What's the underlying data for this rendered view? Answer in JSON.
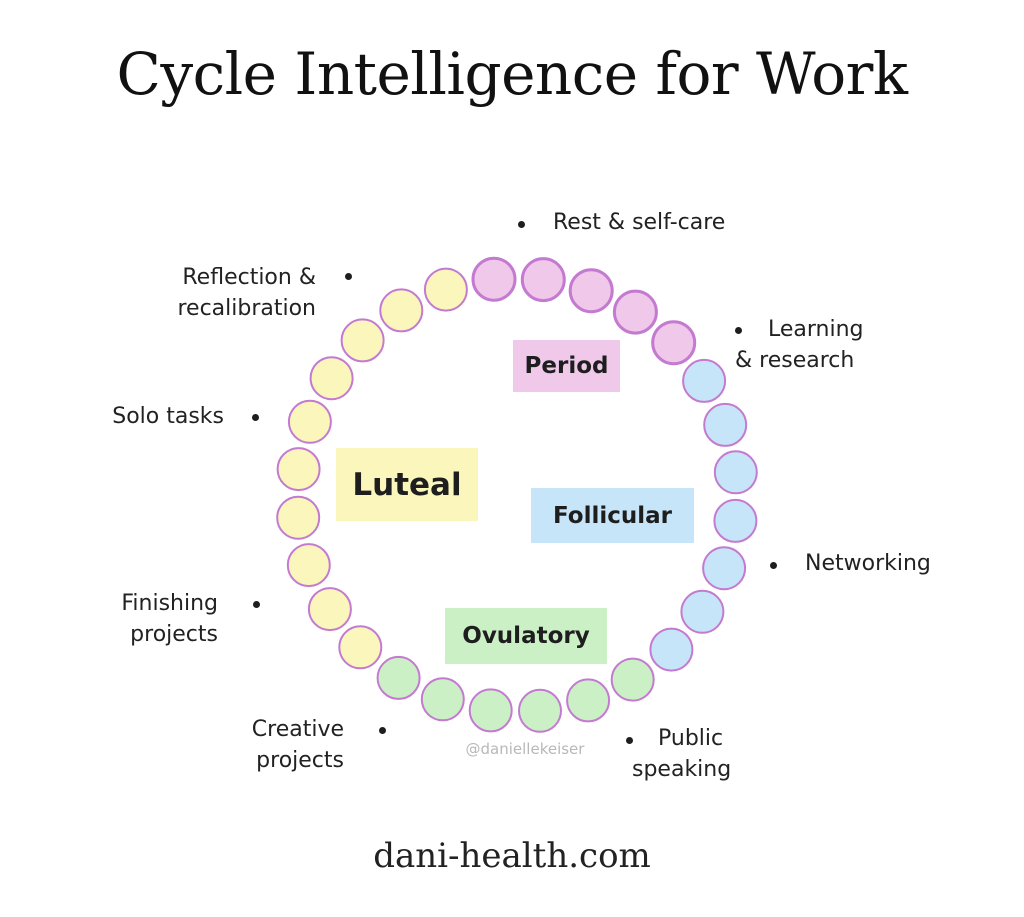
{
  "title": "Cycle Intelligence for Work",
  "footer": "dani-health.com",
  "watermark": "@daniellekeiser",
  "colors": {
    "period_fill": "#efc8ea",
    "luteal_fill": "#fbf6bb",
    "follicular_fill": "#c7e5f8",
    "ovulatory_fill": "#ccf0c6",
    "circle_outline": "#c47ad0"
  },
  "phases": {
    "period": "Period",
    "luteal": "Luteal",
    "follicular": "Follicular",
    "ovulatory": "Ovulatory"
  },
  "cycle": {
    "day_count": 28,
    "sequence": [
      "period",
      "period",
      "period",
      "period",
      "period",
      "follicular",
      "follicular",
      "follicular",
      "follicular",
      "follicular",
      "follicular",
      "follicular",
      "ovulatory",
      "ovulatory",
      "ovulatory",
      "ovulatory",
      "ovulatory",
      "ovulatory",
      "luteal",
      "luteal",
      "luteal",
      "luteal",
      "luteal",
      "luteal",
      "luteal",
      "luteal",
      "luteal",
      "luteal"
    ]
  },
  "tips": {
    "rest": "Rest & self-care",
    "learning_1": "Learning",
    "learning_2": "& research",
    "networking": "Networking",
    "public_1": "Public",
    "public_2": "speaking",
    "creative_1": "Creative",
    "creative_2": "projects",
    "finishing_1": "Finishing",
    "finishing_2": "projects",
    "solo": "Solo tasks",
    "reflection_1": "Reflection &",
    "reflection_2": "recalibration"
  }
}
